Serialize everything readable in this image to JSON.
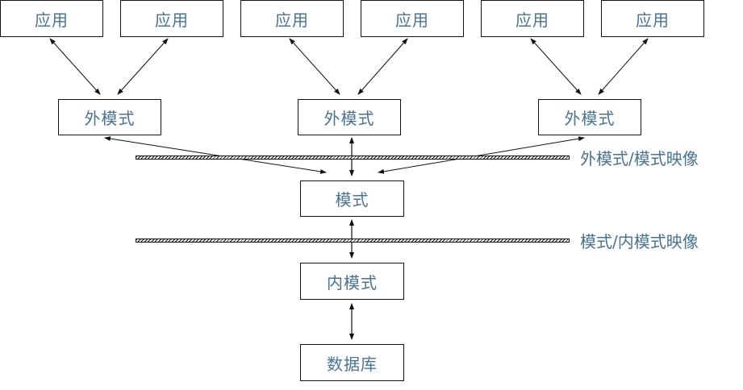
{
  "applications": [
    {
      "label": "应用"
    },
    {
      "label": "应用"
    },
    {
      "label": "应用"
    },
    {
      "label": "应用"
    },
    {
      "label": "应用"
    },
    {
      "label": "应用"
    }
  ],
  "external_schemas": [
    {
      "label": "外模式"
    },
    {
      "label": "外模式"
    },
    {
      "label": "外模式"
    }
  ],
  "schema": {
    "label": "模式"
  },
  "internal_schema": {
    "label": "内模式"
  },
  "database": {
    "label": "数据库"
  },
  "mappings": {
    "external_schema_mapping": "外模式/模式映像",
    "schema_internal_mapping": "模式/内模式映像"
  },
  "colors": {
    "text": "#4a7391",
    "line": "#111111"
  }
}
